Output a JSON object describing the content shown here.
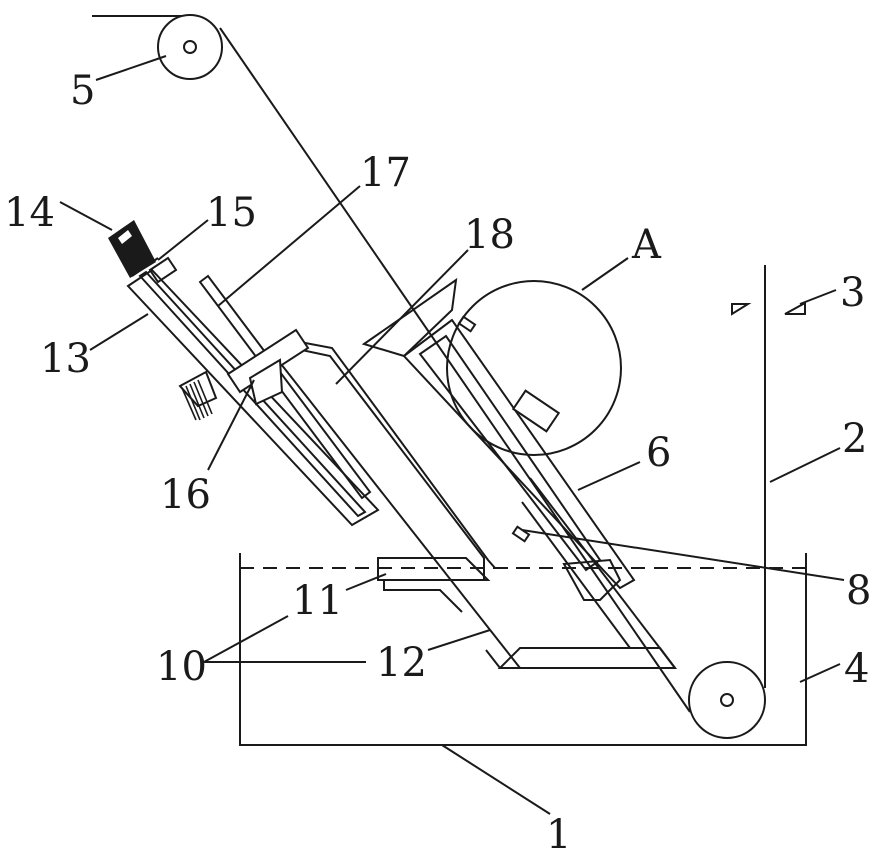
{
  "labels": {
    "l1": "1",
    "l2": "2",
    "l3": "3",
    "l4": "4",
    "l5": "5",
    "l6": "6",
    "l8": "8",
    "l10": "10",
    "l11": "11",
    "l12": "12",
    "l13": "13",
    "l14": "14",
    "l15": "15",
    "l16": "16",
    "l17": "17",
    "l18": "18",
    "lA": "A"
  },
  "colors": {
    "line": "#1a1a1a",
    "background": "#ffffff"
  }
}
